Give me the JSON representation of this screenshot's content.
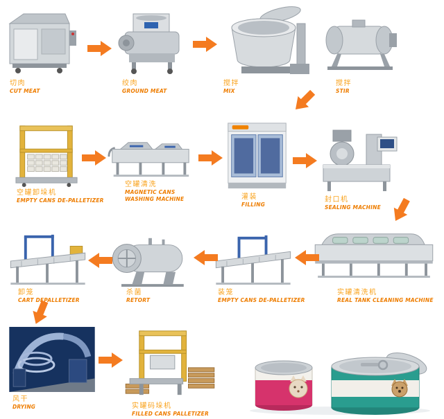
{
  "title": "Canned pet food production line flow diagram",
  "colors": {
    "arrow": "#f47b20",
    "label_zh": "#f9a21b",
    "label_en": "#ee7d00",
    "frame_yellow": "#e2b33c",
    "accent_blue": "#3a64ad"
  },
  "steps": {
    "cut_meat": {
      "icon": "cut-meat-machine",
      "zh": "切肉",
      "en": "CUT MEAT"
    },
    "ground_meat": {
      "icon": "meat-grinder-machine",
      "zh": "绞肉",
      "en": "GROUND MEAT"
    },
    "mix": {
      "icon": "mixing-kettle-machine",
      "zh": "搅拌",
      "en": "MIX"
    },
    "stir": {
      "icon": "stir-drum-machine",
      "zh": "搅拌",
      "en": "STIR"
    },
    "empty_cans_depal": {
      "icon": "empty-cans-depalletizer",
      "zh": "空罐卸垛机",
      "en": "EMPTY CANS DE-PALLETIZER"
    },
    "cans_washing": {
      "icon": "cans-washing-machine",
      "zh": "空罐清洗",
      "en_line1": "MAGNETIC CANS",
      "en_line2": "WASHING MACHINE"
    },
    "filling": {
      "icon": "filling-machine",
      "zh": "灌装",
      "en": "FILLING"
    },
    "sealing": {
      "icon": "sealing-machine",
      "zh": "封口机",
      "en": "SEALING MACHINE"
    },
    "cart_depalletizer": {
      "icon": "cart-depalletizer-conveyor",
      "zh": "卸笼",
      "en": "CART DEPALLETIZER"
    },
    "retort": {
      "icon": "retort-autoclave",
      "zh": "杀菌",
      "en": "RETORT"
    },
    "cage_loading": {
      "icon": "cage-loading-conveyor",
      "zh": "装笼",
      "en": "EMPTY CANS DE-PALLETIZER"
    },
    "seal_tank_cleaning": {
      "icon": "tank-cleaning-machine",
      "zh": "实罐清洗机",
      "en": "REAL TANK CLEANING MACHINE"
    },
    "drying": {
      "icon": "drying-machine-photo",
      "zh": "风干",
      "en": "DRYING"
    },
    "filled_cans_pallet": {
      "icon": "filled-cans-palletizer",
      "zh": "实罐码垛机",
      "en": "FILLED CANS PALLETIZER"
    }
  },
  "products": {
    "icon": "finished-pet-food-cans-photo"
  }
}
